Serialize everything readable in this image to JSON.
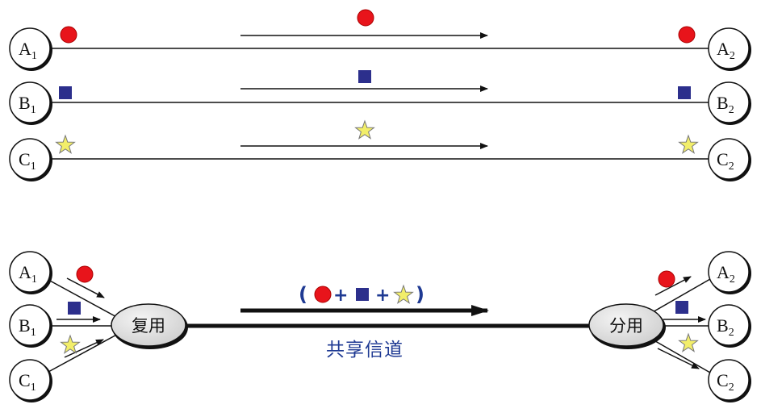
{
  "top": {
    "links": [
      {
        "left": {
          "letter": "A",
          "sub": "1"
        },
        "right": {
          "letter": "A",
          "sub": "2"
        },
        "symbol": "circle"
      },
      {
        "left": {
          "letter": "B",
          "sub": "1"
        },
        "right": {
          "letter": "B",
          "sub": "2"
        },
        "symbol": "square"
      },
      {
        "left": {
          "letter": "C",
          "sub": "1"
        },
        "right": {
          "letter": "C",
          "sub": "2"
        },
        "symbol": "star"
      }
    ]
  },
  "bottom": {
    "sources": [
      {
        "letter": "A",
        "sub": "1",
        "symbol": "circle"
      },
      {
        "letter": "B",
        "sub": "1",
        "symbol": "square"
      },
      {
        "letter": "C",
        "sub": "1",
        "symbol": "star"
      }
    ],
    "sinks": [
      {
        "letter": "A",
        "sub": "2",
        "symbol": "circle"
      },
      {
        "letter": "B",
        "sub": "2",
        "symbol": "square"
      },
      {
        "letter": "C",
        "sub": "2",
        "symbol": "star"
      }
    ],
    "mux_label": "复用",
    "demux_label": "分用",
    "channel_label": "共享信道",
    "combined": {
      "open": "(",
      "plus": "+",
      "close": ")"
    }
  },
  "colors": {
    "circle": "#e8141b",
    "square": "#2c2f8c",
    "star": "#f2ee6a",
    "channel_text": "#1f3a93",
    "line": "#111111"
  },
  "icons": [
    "red-circle-icon",
    "blue-square-icon",
    "yellow-star-icon"
  ]
}
